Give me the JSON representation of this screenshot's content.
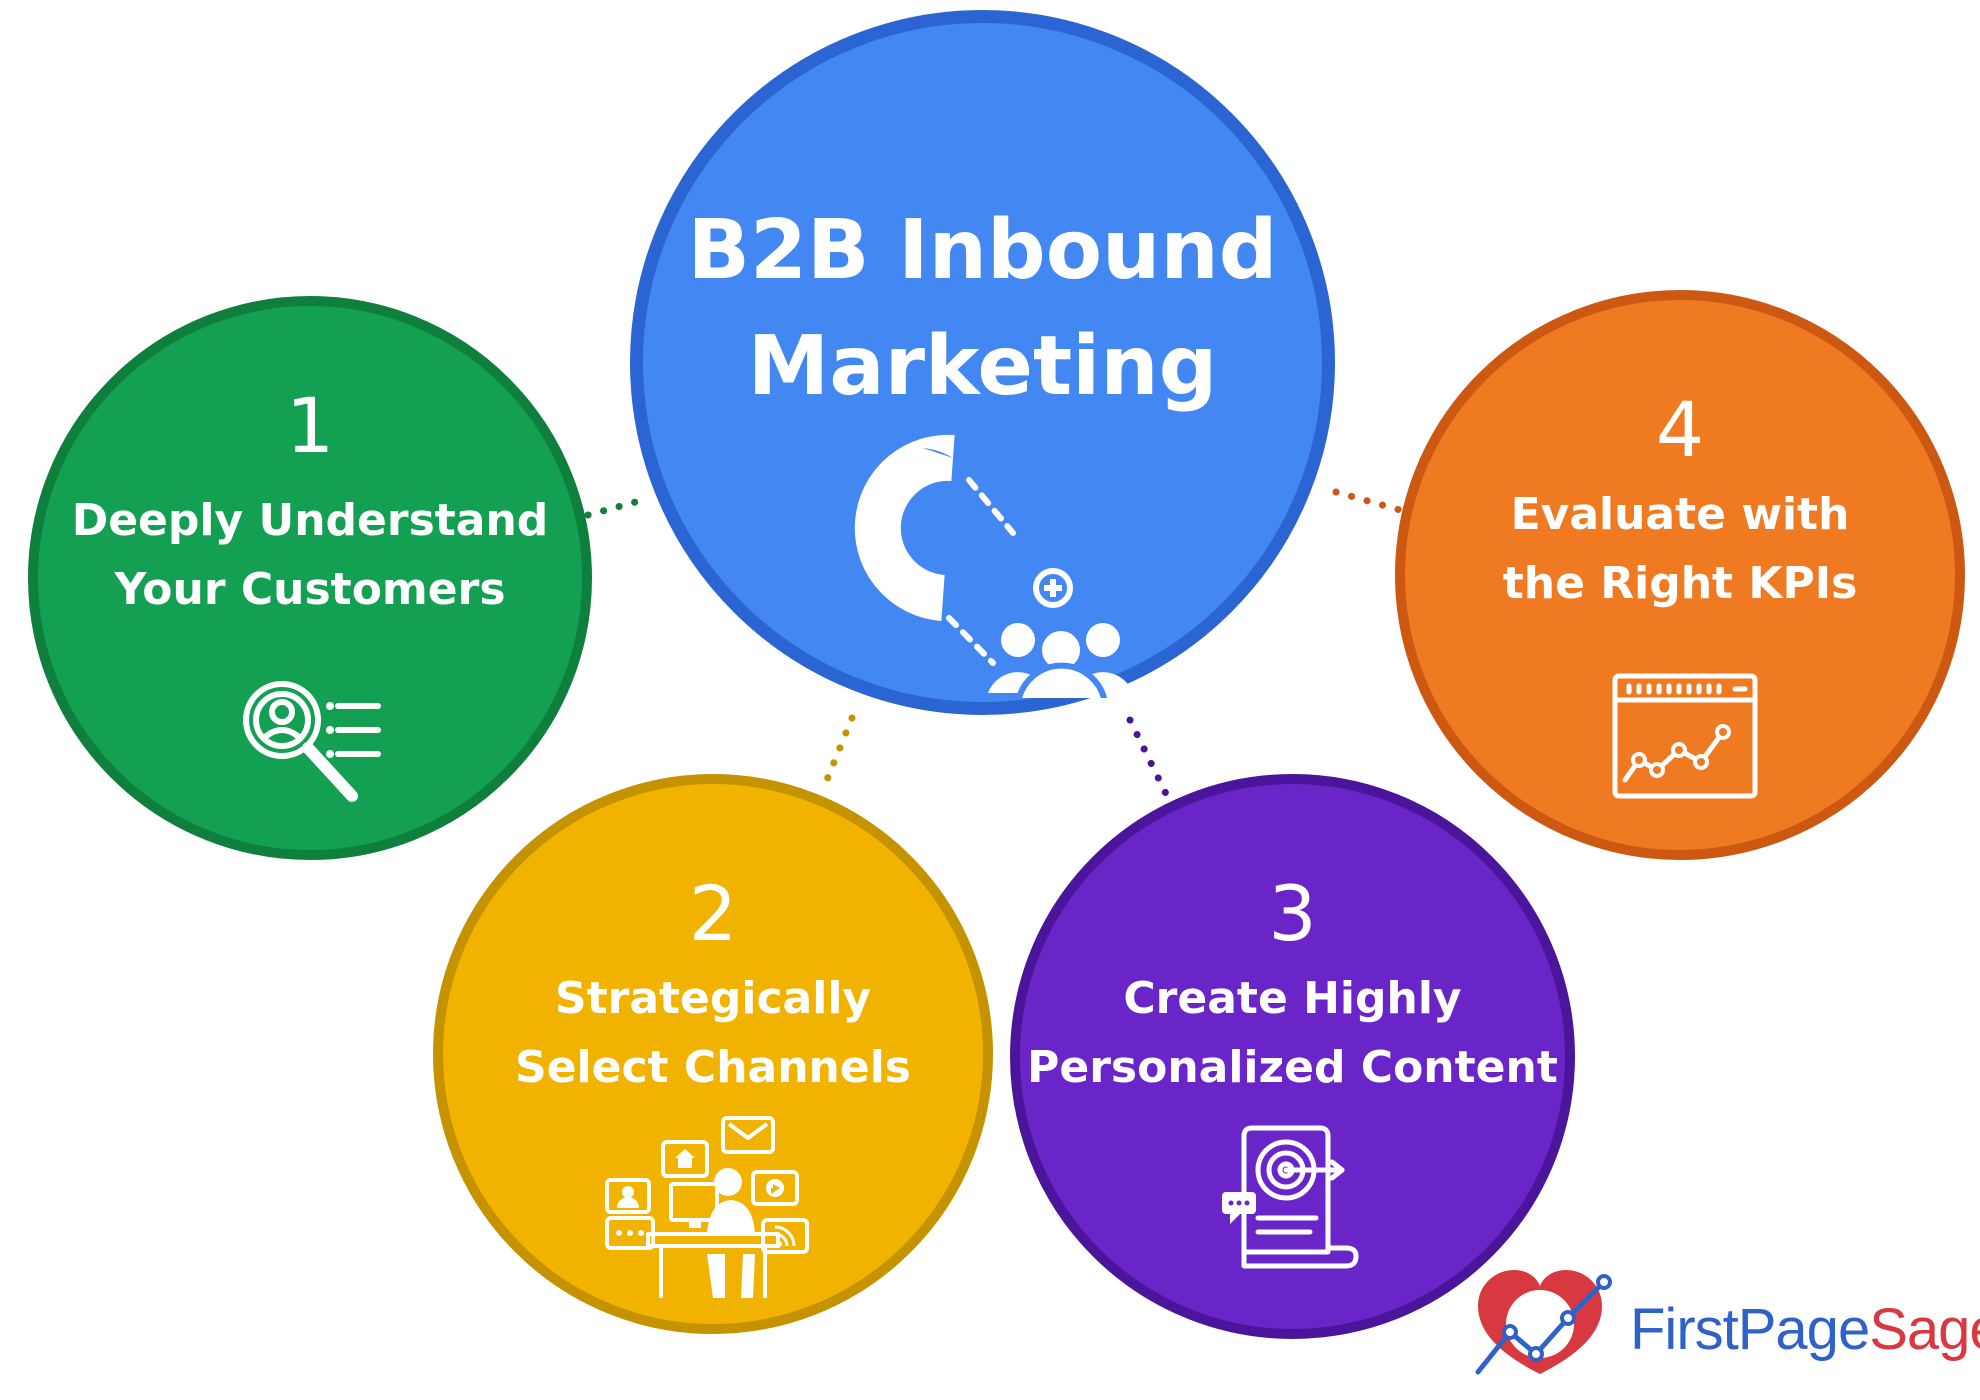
{
  "title": {
    "line1": "B2B Inbound",
    "line2": "Marketing"
  },
  "steps": [
    {
      "number": "1",
      "line1": "Deeply Understand",
      "line2": "Your Customers",
      "icon": "customer-research-icon"
    },
    {
      "number": "2",
      "line1": "Strategically",
      "line2": "Select Channels",
      "icon": "channels-workstation-icon"
    },
    {
      "number": "3",
      "line1": "Create Highly",
      "line2": "Personalized Content",
      "icon": "targeted-content-icon"
    },
    {
      "number": "4",
      "line1": "Evaluate with",
      "line2": "the Right KPIs",
      "icon": "kpi-chart-icon"
    }
  ],
  "center_icon": "magnet-attracting-people-icon",
  "logo": {
    "first": "FirstPage",
    "second": "Sage"
  },
  "colors": {
    "center": "#4387f3",
    "step1": "#14a053",
    "step2": "#f2b300",
    "step3": "#6a25c8",
    "step4": "#f07a22",
    "logo_blue": "#2e62c8",
    "logo_red": "#d8383f"
  }
}
